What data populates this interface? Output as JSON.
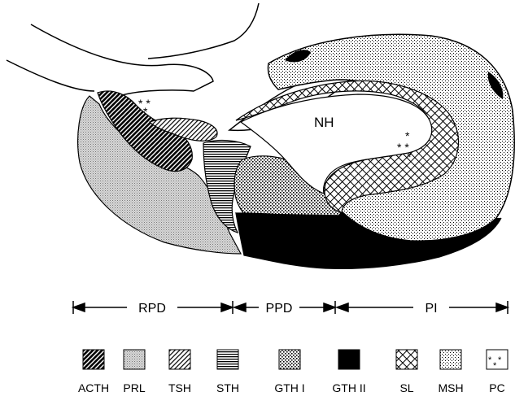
{
  "diagram": {
    "region_label_nh": "NH",
    "region_marks": [
      "RPD",
      "PPD",
      "PI"
    ],
    "legend": [
      {
        "code": "ACTH",
        "pattern": "diag-dense"
      },
      {
        "code": "PRL",
        "pattern": "fine-dots"
      },
      {
        "code": "TSH",
        "pattern": "diag-sparse"
      },
      {
        "code": "STH",
        "pattern": "horizontal-lines"
      },
      {
        "code": "GTH I",
        "pattern": "coarse-dots"
      },
      {
        "code": "GTH II",
        "pattern": "solid-black"
      },
      {
        "code": "SL",
        "pattern": "crosshatch"
      },
      {
        "code": "MSH",
        "pattern": "stipple-grid"
      },
      {
        "code": "PC",
        "pattern": "asterisks"
      }
    ]
  }
}
